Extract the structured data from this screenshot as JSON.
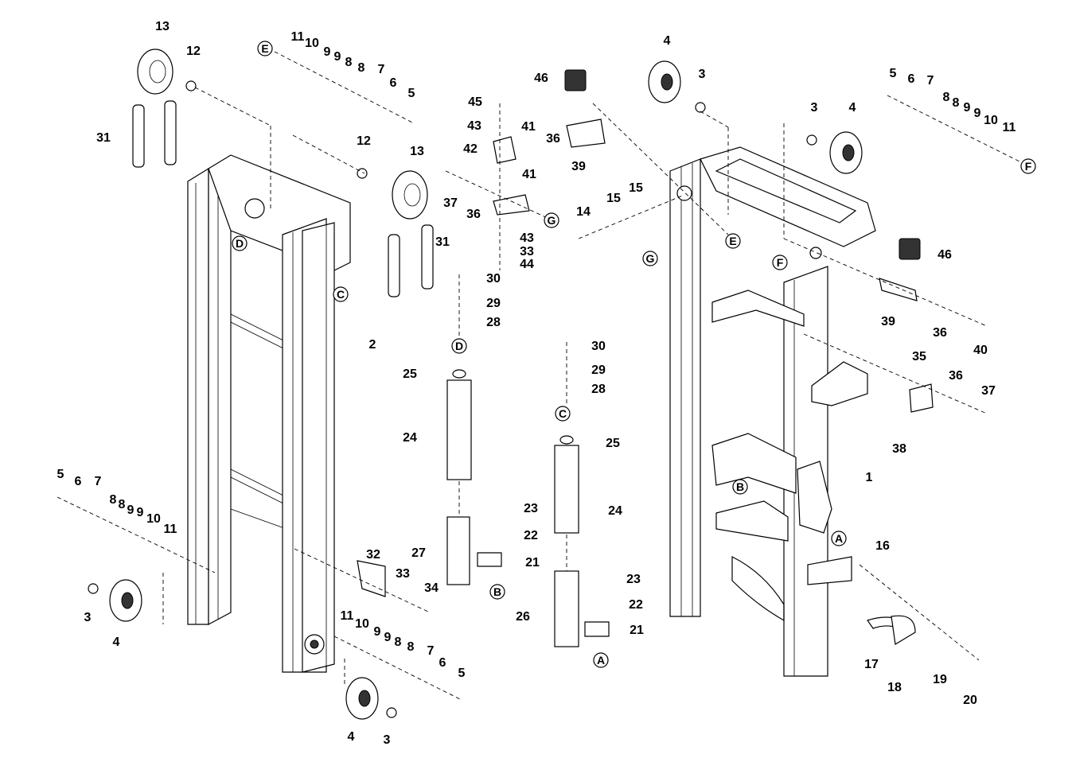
{
  "diagram": {
    "type": "exploded parts diagram",
    "callouts": [
      "13",
      "12",
      "31",
      "11",
      "10",
      "9",
      "9",
      "8",
      "8",
      "7",
      "6",
      "5",
      "12",
      "13",
      "31",
      "2",
      "45",
      "43",
      "42",
      "41",
      "46",
      "36",
      "39",
      "41",
      "37",
      "36",
      "43",
      "33",
      "44",
      "30",
      "29",
      "28",
      "25",
      "24",
      "27",
      "23",
      "22",
      "21",
      "32",
      "33",
      "34",
      "30",
      "29",
      "28",
      "25",
      "24",
      "23",
      "22",
      "21",
      "26",
      "5",
      "6",
      "7",
      "8",
      "8",
      "9",
      "9",
      "10",
      "11",
      "3",
      "4",
      "11",
      "10",
      "9",
      "9",
      "8",
      "8",
      "7",
      "6",
      "5",
      "4",
      "3",
      "4",
      "3",
      "3",
      "4",
      "5",
      "6",
      "7",
      "8",
      "8",
      "9",
      "9",
      "10",
      "11",
      "14",
      "15",
      "15",
      "46",
      "39",
      "36",
      "40",
      "35",
      "36",
      "37",
      "38",
      "1",
      "16",
      "17",
      "18",
      "19",
      "20"
    ],
    "reference_letters": [
      "E",
      "D",
      "C",
      "G",
      "D",
      "B",
      "C",
      "A",
      "F",
      "E",
      "G",
      "F",
      "B",
      "A"
    ]
  }
}
